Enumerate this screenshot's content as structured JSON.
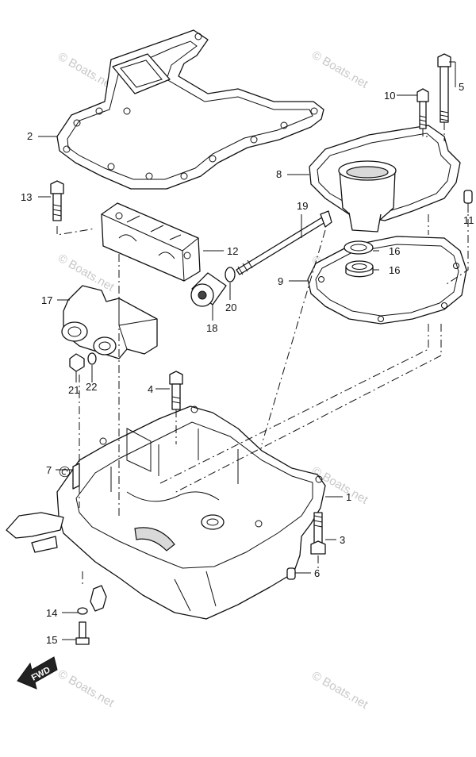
{
  "watermark": {
    "text": "© Boats.net",
    "center_text": "©Boats.net"
  },
  "fwd_label": "FWD",
  "callouts": {
    "c1": "1",
    "c2": "2",
    "c3": "3",
    "c4": "4",
    "c5": "5",
    "c6": "6",
    "c7": "7",
    "c8": "8",
    "c9": "9",
    "c10": "10",
    "c11": "11",
    "c12": "12",
    "c13": "13",
    "c14": "14",
    "c15": "15",
    "c16a": "16",
    "c16b": "16",
    "c17": "17",
    "c18": "18",
    "c19": "19",
    "c20": "20",
    "c21": "21",
    "c22": "22"
  }
}
